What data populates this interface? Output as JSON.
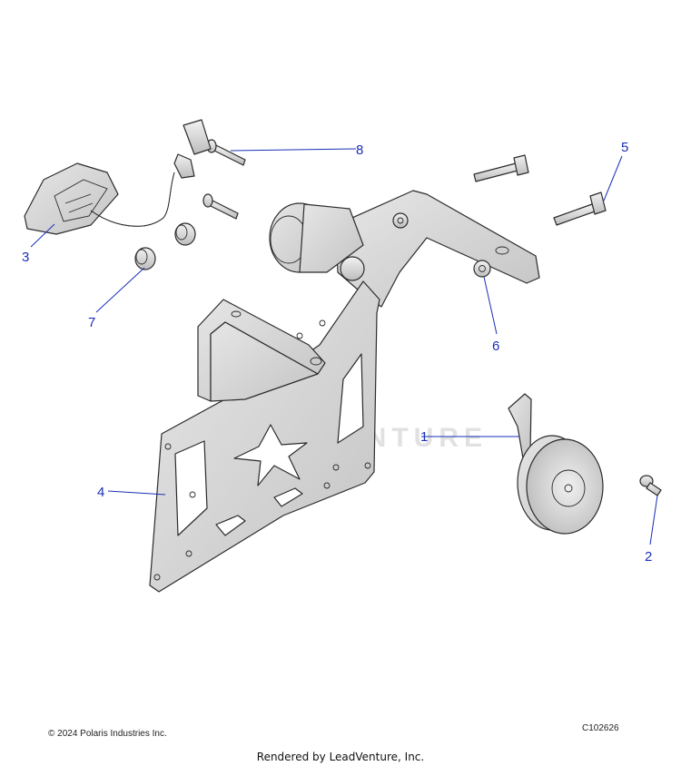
{
  "callouts": [
    {
      "label": "1"
    },
    {
      "label": "2"
    },
    {
      "label": "3"
    },
    {
      "label": "4"
    },
    {
      "label": "5"
    },
    {
      "label": "6"
    },
    {
      "label": "7"
    },
    {
      "label": "8"
    }
  ],
  "watermark": "LEADVENTURE",
  "footer": {
    "copyright": "© 2024 Polaris Industries Inc.",
    "diagram_code": "C102626",
    "rendered_by": "Rendered by LeadVenture, Inc."
  },
  "colors": {
    "callout": "#1a2fb8",
    "part_fill": "#dcdcdc",
    "part_stroke": "#2b2b2b"
  }
}
